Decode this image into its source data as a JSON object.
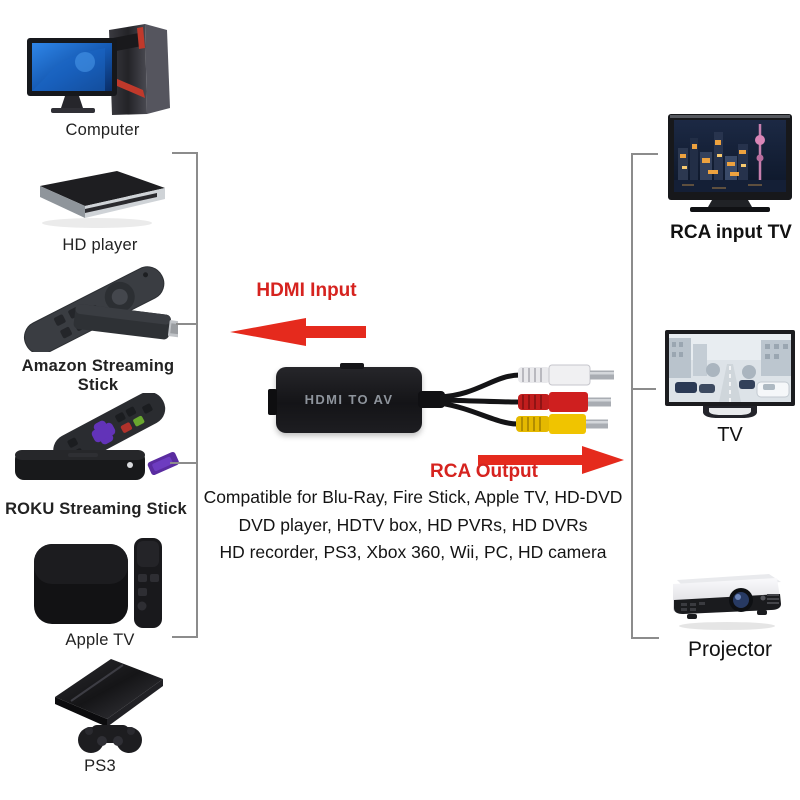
{
  "diagram": {
    "sources": [
      {
        "label": "Computer",
        "icon": "desktop-computer-image"
      },
      {
        "label": "HD player",
        "icon": "hd-player-image"
      },
      {
        "label": "Amazon Streaming Stick",
        "icon": "amazon-streaming-stick-image"
      },
      {
        "label": "ROKU Streaming Stick",
        "icon": "roku-streaming-stick-image"
      },
      {
        "label": "Apple TV",
        "icon": "apple-tv-image"
      },
      {
        "label": "PS3",
        "icon": "ps3-console-image"
      }
    ],
    "converter": {
      "label": "HDMI TO AV",
      "input_label": "HDMI Input",
      "output_label": "RCA Output"
    },
    "outputs": [
      {
        "label": "RCA input TV",
        "icon": "rca-input-tv-image"
      },
      {
        "label": "TV",
        "icon": "tv-image"
      },
      {
        "label": "Projector",
        "icon": "projector-image"
      }
    ],
    "compatibility": {
      "line1": "Compatible for Blu-Ray, Fire Stick, Apple TV, HD-DVD",
      "line2": "DVD player, HDTV box, HD PVRs, HD DVRs",
      "line3": "HD recorder, PS3, Xbox 360, Wii, PC, HD camera"
    },
    "colors": {
      "accent_red": "#d6231f",
      "arrow_red": "#e52a1d",
      "bracket_gray": "#8c8c8c",
      "rca_plug_white": "#f0f0f2",
      "rca_plug_red": "#cf1f1f",
      "rca_plug_yellow": "#f0c400"
    }
  }
}
